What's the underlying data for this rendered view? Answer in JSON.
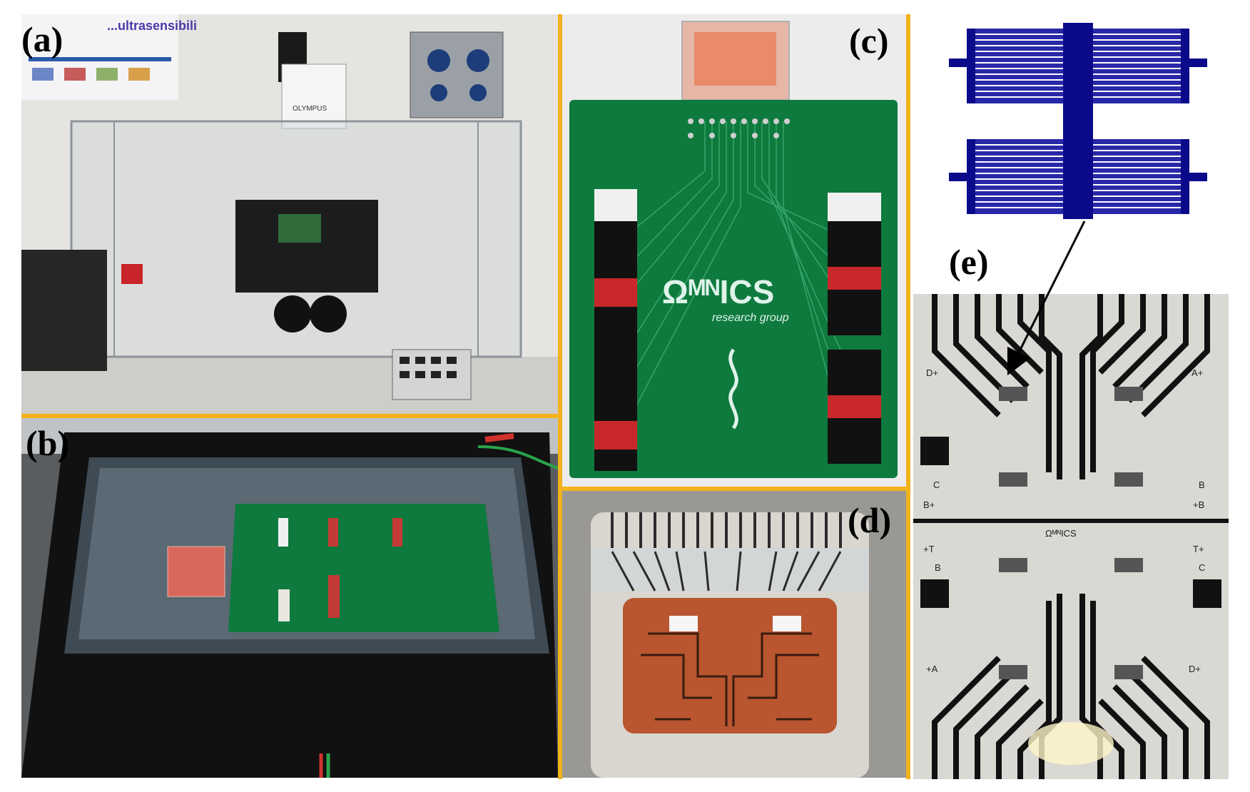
{
  "panels": {
    "a": {
      "label": "(a)",
      "poster_text": "...ultrasensibili",
      "microscope_brand": "OLYMPUS"
    },
    "b": {
      "label": "(b)"
    },
    "c": {
      "label": "(c)",
      "logo_main": "ΩᴹᴺICS",
      "logo_sub": "research group"
    },
    "d": {
      "label": "(d)"
    },
    "e": {
      "label": "(e)",
      "chip_labels": {
        "d_top": "D+",
        "a_top": "A+",
        "c_left": "C",
        "b_left": "B+",
        "b_right": "B",
        "b_right_plus": "+B",
        "t_left": "+T",
        "b_under_t": "B",
        "t_right": "T+",
        "c_right": "C",
        "a_bottom": "+A",
        "d_bottom": "D+",
        "logo": "ΩᴹᴺICS"
      }
    }
  },
  "colors": {
    "separator": "#f2b21b",
    "electrode_blue": "#0a0a8a",
    "pcb_green": "#0e7a3e"
  }
}
